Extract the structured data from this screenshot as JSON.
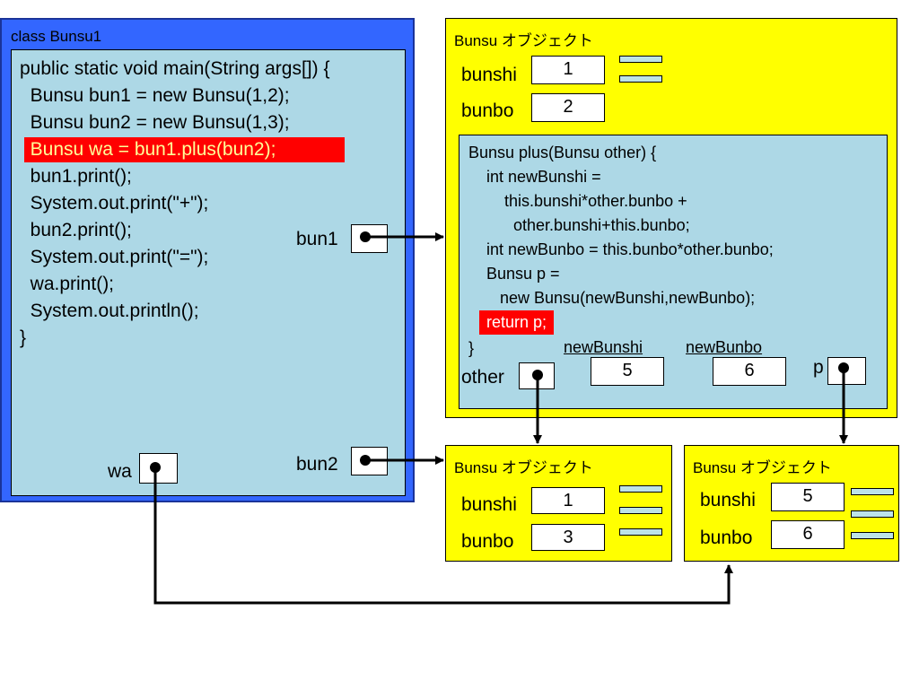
{
  "main_class": {
    "title": "class Bunsu1",
    "lines": [
      "public static void main(String args[]) {",
      "  Bunsu bun1 = new Bunsu(1,2);",
      "  Bunsu bun2 = new Bunsu(1,3);",
      "  Bunsu wa = bun1.plus(bun2);",
      "  bun1.print();",
      "  System.out.print(\"+\");",
      "  bun2.print();",
      "  System.out.print(\"=\");",
      "  wa.print();",
      "  System.out.println();",
      "}"
    ],
    "var_bun1": "bun1",
    "var_bun2": "bun2",
    "var_wa": "wa"
  },
  "object_top": {
    "title": "Bunsu オブジェクト",
    "bunshi_label": "bunshi",
    "bunshi_value": "1",
    "bunbo_label": "bunbo",
    "bunbo_value": "2"
  },
  "plus_method": {
    "lines": [
      "Bunsu plus(Bunsu other) {",
      "    int newBunshi =",
      "        this.bunshi*other.bunbo +",
      "          other.bunshi+this.bunbo;",
      "    int newBunbo = this.bunbo*other.bunbo;",
      "    Bunsu p =",
      "       new Bunsu(newBunshi,newBunbo);",
      "return p;",
      "}"
    ],
    "new_bunshi_label": "newBunshi",
    "new_bunshi_value": "5",
    "new_bunbo_label": "newBunbo",
    "new_bunbo_value": "6",
    "other_label": "other",
    "p_label": "p"
  },
  "object_bottom_left": {
    "title": "Bunsu オブジェクト",
    "bunshi_label": "bunshi",
    "bunshi_value": "1",
    "bunbo_label": "bunbo",
    "bunbo_value": "3"
  },
  "object_bottom_right": {
    "title": "Bunsu オブジェクト",
    "bunshi_label": "bunshi",
    "bunshi_value": "5",
    "bunbo_label": "bunbo",
    "bunbo_value": "6"
  },
  "colors": {
    "class_frame": "#3366ff",
    "class_inner": "#add8e6",
    "object_fill": "#ffff00",
    "highlight": "#ff0000"
  }
}
